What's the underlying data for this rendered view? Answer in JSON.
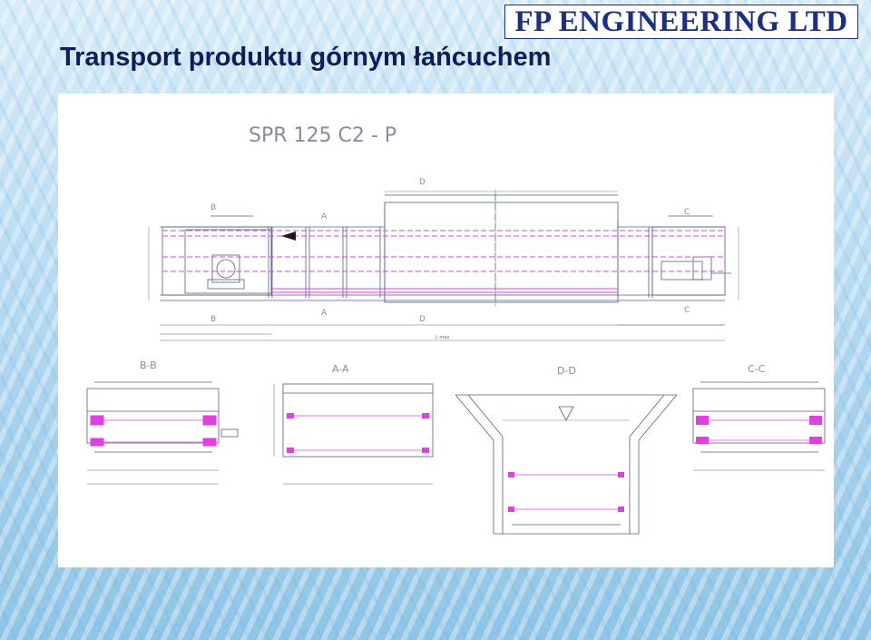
{
  "header": {
    "title": "Transport produktu górnym łańcuchem",
    "logo_text": "FP ENGINEERING LTD"
  },
  "drawing": {
    "model": "SPR 125 C2 - P",
    "section_labels": {
      "a": "A",
      "b": "B",
      "c": "C",
      "d": "D"
    },
    "section_titles": [
      "B-B",
      "A-A",
      "D-D",
      "C-C"
    ],
    "dimension_length": "L max",
    "colors": {
      "outline": "#5a5a8a",
      "chain": "#e040e0",
      "dimension": "#6a6a7a"
    }
  }
}
